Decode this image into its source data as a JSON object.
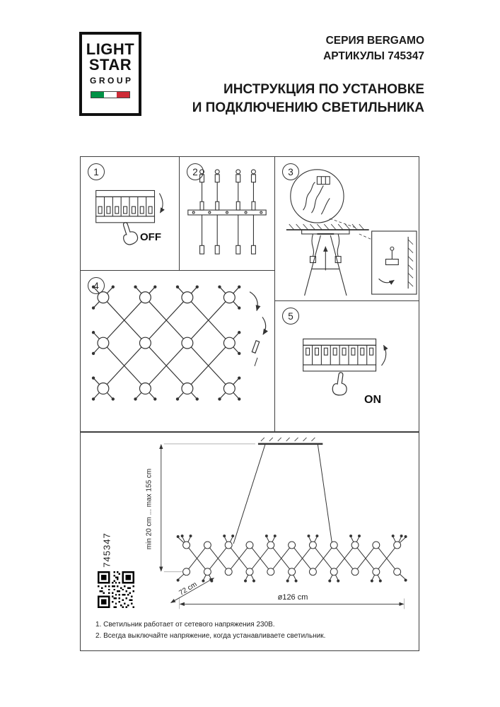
{
  "logo": {
    "line1": "LIGHT",
    "line2": "STAR",
    "line3": "GROUP"
  },
  "header": {
    "series": "СЕРИЯ BERGAMO",
    "articles": "АРТИКУЛЫ 745347",
    "title_line1": "ИНСТРУКЦИЯ ПО УСТАНОВКЕ",
    "title_line2": "И ПОДКЛЮЧЕНИЮ СВЕТИЛЬНИКА"
  },
  "steps": [
    {
      "number": "1",
      "label": "OFF"
    },
    {
      "number": "2",
      "label": ""
    },
    {
      "number": "3",
      "label": ""
    },
    {
      "number": "4",
      "label": ""
    },
    {
      "number": "5",
      "label": "ON"
    }
  ],
  "diagram": {
    "article_code": "745347",
    "dim_height": "min 20 cm ... max 155 cm",
    "dim_depth": "72 cm",
    "dim_diameter": "ø126 cm"
  },
  "notes": [
    "1. Светильник работает от сетевого напряжения 230В.",
    "2. Всегда выключайте напряжение, когда устанавливаете светильник."
  ],
  "colors": {
    "line": "#3a3a3a",
    "flag_green": "#009246",
    "flag_white": "#ffffff",
    "flag_red": "#ce2b37"
  }
}
